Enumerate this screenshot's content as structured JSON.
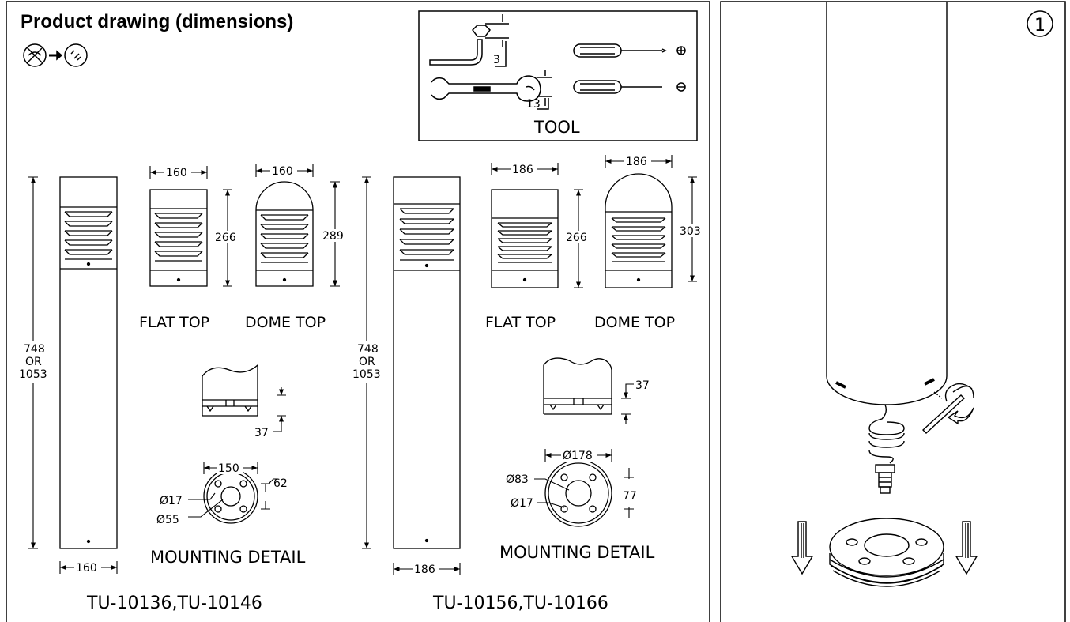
{
  "title": "Product drawing (dimensions)",
  "tool_box": {
    "label": "TOOL",
    "hex_key_size": "3",
    "wrench_size": "13"
  },
  "left_product": {
    "model": "TU-10136,TU-10146",
    "height": [
      "748",
      "OR",
      "1053"
    ],
    "post_width": "160",
    "flat_top": {
      "label": "FLAT TOP",
      "width": "160",
      "height": "266"
    },
    "dome_top": {
      "label": "DOME TOP",
      "width": "160",
      "height": "289"
    },
    "base_height": "37",
    "mounting": {
      "label": "MOUNTING DETAIL",
      "width": "150",
      "hole": "Ø17",
      "center": "Ø55",
      "offset": "62"
    }
  },
  "right_product": {
    "model": "TU-10156,TU-10166",
    "height": [
      "748",
      "OR",
      "1053"
    ],
    "post_width": "186",
    "flat_top": {
      "label": "FLAT TOP",
      "width": "186",
      "height": "266"
    },
    "dome_top": {
      "label": "DOME TOP",
      "width": "186",
      "height": "303"
    },
    "base_height": "37",
    "mounting": {
      "label": "MOUNTING DETAIL",
      "width": "Ø178",
      "hole": "Ø17",
      "center": "Ø83",
      "offset": "77"
    }
  },
  "step": {
    "number": "1"
  }
}
